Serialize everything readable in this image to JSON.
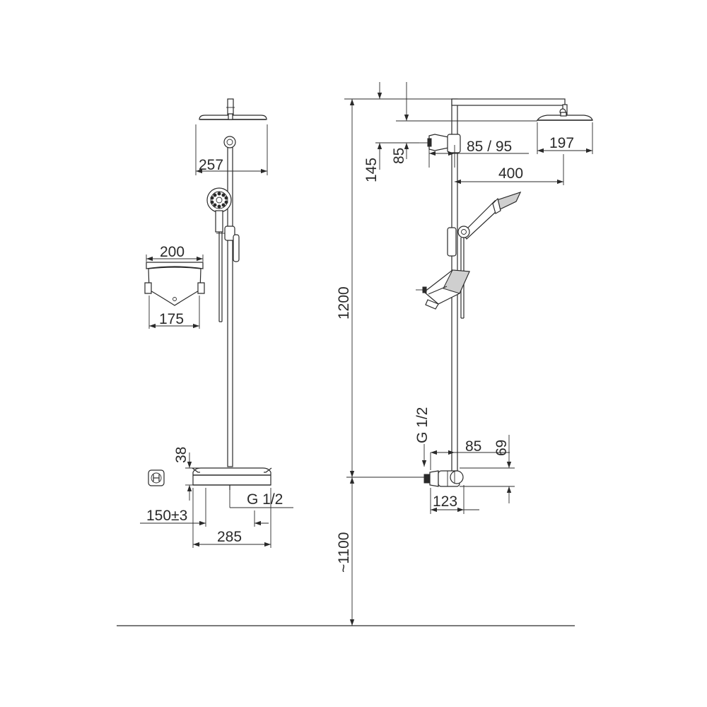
{
  "drawing": {
    "front_view": {
      "head_width": "257",
      "shelf_top_width": "200",
      "shelf_bottom_width": "175",
      "shelf_height": "38",
      "outlet_offset": "150±3",
      "thermostat_width": "285",
      "inlet_thread": "G 1/2"
    },
    "side_view": {
      "head_to_arm": "145",
      "arm_to_holder": "85",
      "holder_projection": "85 / 95",
      "head_diameter": "197",
      "arm_length": "400",
      "rail_height": "1200",
      "floor_height": "~1100",
      "inlet_thread": "G 1/2",
      "inlet_projection": "85",
      "inlet_height": "69",
      "mixer_depth": "123"
    }
  }
}
